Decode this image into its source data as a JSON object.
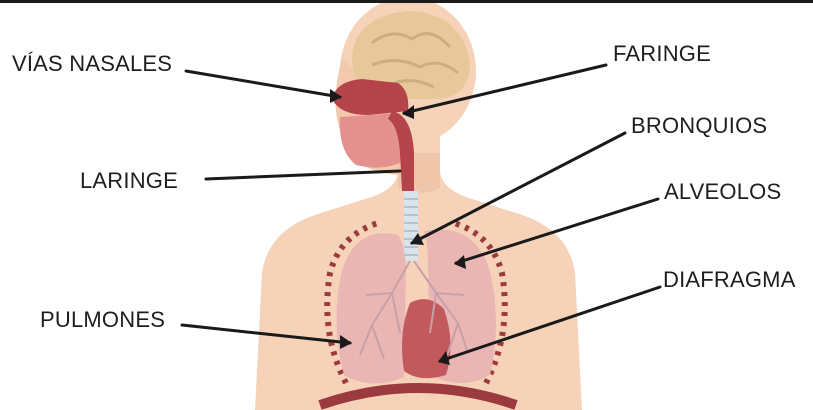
{
  "labels": {
    "vias_nasales": "VÍAS NASALES",
    "faringe": "FARINGE",
    "bronquios": "BRONQUIOS",
    "laringe": "LARINGE",
    "alveolos": "ALVEOLOS",
    "diafragma": "DIAFRAGMA",
    "pulmones": "PULMONES"
  },
  "colors": {
    "skin": "#f6d2b8",
    "skin_shadow": "#ecbea0",
    "brain": "#e6c89a",
    "airway": "#b5434a",
    "lung": "#e9b6b4",
    "lung_vein": "#c8a0a8",
    "diaphragm": "#9c3b3f",
    "trachea": "#d9e4ea",
    "pointer": "#1a1a1a"
  }
}
